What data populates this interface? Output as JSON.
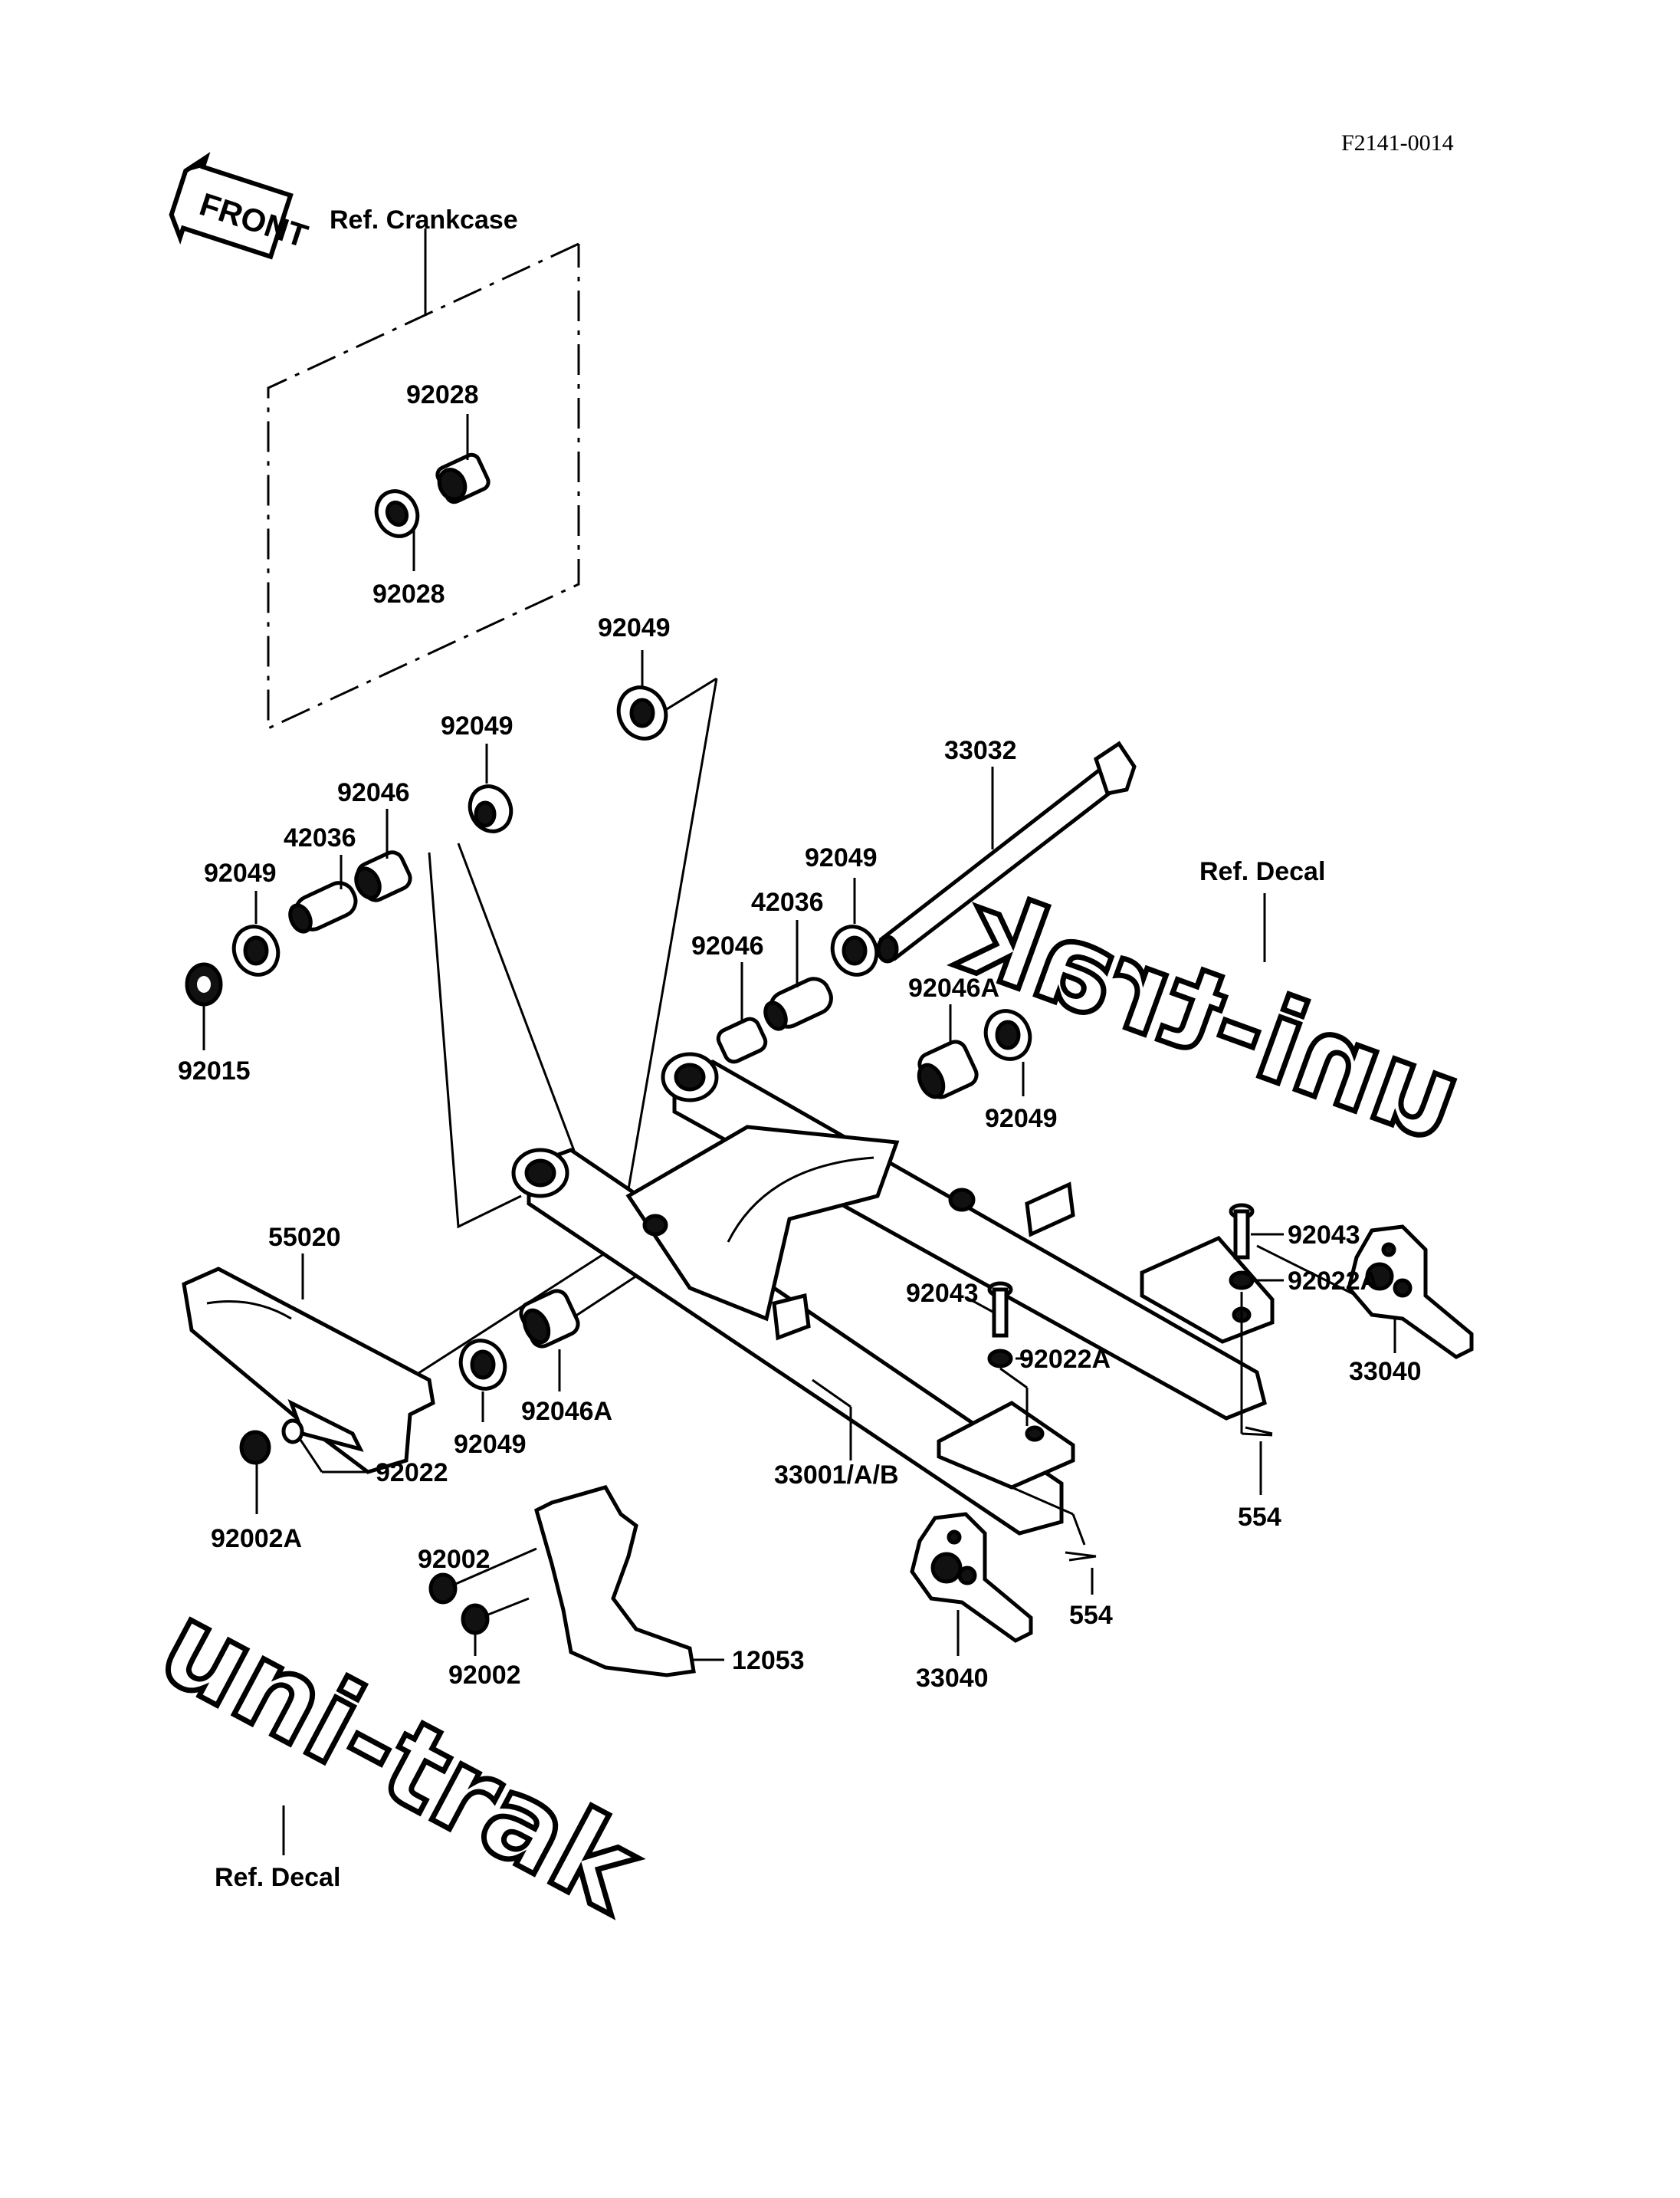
{
  "diagram": {
    "code": "F2141-0014",
    "front_arrow": "FRONT",
    "decal_text": "uni-trak",
    "labels": [
      {
        "id": "ref_crankcase",
        "text": "Ref. Crankcase"
      },
      {
        "id": "l92028a",
        "text": "92028"
      },
      {
        "id": "l92028b",
        "text": "92028"
      },
      {
        "id": "l92049a",
        "text": "92049"
      },
      {
        "id": "l92049b",
        "text": "92049"
      },
      {
        "id": "l92046a",
        "text": "92046"
      },
      {
        "id": "l42036a",
        "text": "42036"
      },
      {
        "id": "l92049c",
        "text": "92049"
      },
      {
        "id": "l92015",
        "text": "92015"
      },
      {
        "id": "l33032",
        "text": "33032"
      },
      {
        "id": "ref_decal_a",
        "text": "Ref. Decal"
      },
      {
        "id": "l92049d",
        "text": "92049"
      },
      {
        "id": "l42036b",
        "text": "42036"
      },
      {
        "id": "l92046b",
        "text": "92046"
      },
      {
        "id": "l92046A_a",
        "text": "92046A"
      },
      {
        "id": "l92049e",
        "text": "92049"
      },
      {
        "id": "l92043a",
        "text": "92043"
      },
      {
        "id": "l92022A_a",
        "text": "92022A"
      },
      {
        "id": "l55020",
        "text": "55020"
      },
      {
        "id": "l92043b",
        "text": "92043"
      },
      {
        "id": "l92022A_b",
        "text": "92022A"
      },
      {
        "id": "l33040a",
        "text": "33040"
      },
      {
        "id": "l92049f",
        "text": "92049"
      },
      {
        "id": "l92046A_b",
        "text": "92046A"
      },
      {
        "id": "l92022",
        "text": "92022"
      },
      {
        "id": "l33001",
        "text": "33001/A/B"
      },
      {
        "id": "l554a",
        "text": "554"
      },
      {
        "id": "l92002A",
        "text": "92002A"
      },
      {
        "id": "l92002a",
        "text": "92002"
      },
      {
        "id": "l92002b",
        "text": "92002"
      },
      {
        "id": "l12053",
        "text": "12053"
      },
      {
        "id": "l554b",
        "text": "554"
      },
      {
        "id": "l33040b",
        "text": "33040"
      },
      {
        "id": "ref_decal_b",
        "text": "Ref. Decal"
      }
    ]
  }
}
